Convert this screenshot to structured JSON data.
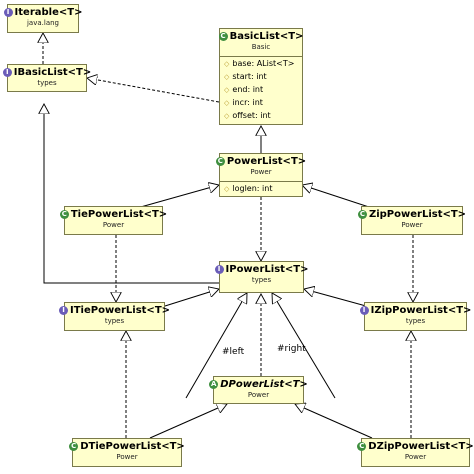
{
  "classes": {
    "iterable": {
      "name": "Iterable<T>",
      "pkg": "java.lang",
      "kind": "interface",
      "icon": "interface-icon"
    },
    "ibasiclist": {
      "name": "IBasicList<T>",
      "pkg": "types",
      "kind": "interface",
      "icon": "interface-icon"
    },
    "basiclist": {
      "name": "BasicList<T>",
      "pkg": "Basic",
      "kind": "class",
      "icon": "class-icon",
      "fields": [
        "base: AList<T>",
        "start: int",
        "end: int",
        "incr: int",
        "offset: int"
      ]
    },
    "powerlist": {
      "name": "PowerList<T>",
      "pkg": "Power",
      "kind": "class",
      "icon": "class-icon",
      "fields": [
        "loglen: int"
      ]
    },
    "tiepowerlist": {
      "name": "TiePowerList<T>",
      "pkg": "Power",
      "kind": "class",
      "icon": "class-icon"
    },
    "zippowerlist": {
      "name": "ZipPowerList<T>",
      "pkg": "Power",
      "kind": "class",
      "icon": "class-icon"
    },
    "ipowerlist": {
      "name": "IPowerList<T>",
      "pkg": "types",
      "kind": "interface",
      "icon": "interface-icon"
    },
    "itiepowerlist": {
      "name": "ITiePowerList<T>",
      "pkg": "types",
      "kind": "interface",
      "icon": "interface-icon"
    },
    "izippowerlist": {
      "name": "IZipPowerList<T>",
      "pkg": "types",
      "kind": "interface",
      "icon": "interface-icon"
    },
    "dpowerlist": {
      "name": "DPowerList<T>",
      "pkg": "Power",
      "kind": "abstract",
      "icon": "abstract-class-icon"
    },
    "dtiepowerlist": {
      "name": "DTiePowerList<T>",
      "pkg": "Power",
      "kind": "class",
      "icon": "class-icon"
    },
    "dzippowerlist": {
      "name": "DZipPowerList<T>",
      "pkg": "Power",
      "kind": "class",
      "icon": "class-icon"
    }
  },
  "edge_labels": {
    "left": "#left",
    "right": "#right"
  },
  "colors": {
    "box_fill": "#ffffcc",
    "box_border": "#7a7a4a",
    "line": "#000000",
    "interface_icon": "#6b5db8",
    "class_icon": "#3f8f3f"
  }
}
